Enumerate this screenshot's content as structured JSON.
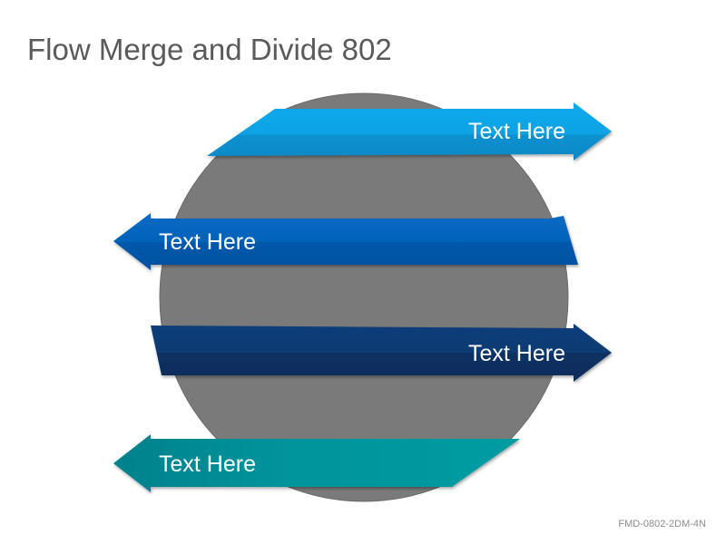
{
  "title": "Flow Merge and Divide 802",
  "arrows": [
    {
      "label": "Text Here",
      "direction": "right",
      "color": "#0AA5E8"
    },
    {
      "label": "Text Here",
      "direction": "left",
      "color": "#0663BA"
    },
    {
      "label": "Text Here",
      "direction": "right",
      "color": "#0C3A72"
    },
    {
      "label": "Text Here",
      "direction": "left",
      "color": "#00979E"
    }
  ],
  "circle_color": "#7a7a7a",
  "footer": "FMD-0802-2DM-4N"
}
